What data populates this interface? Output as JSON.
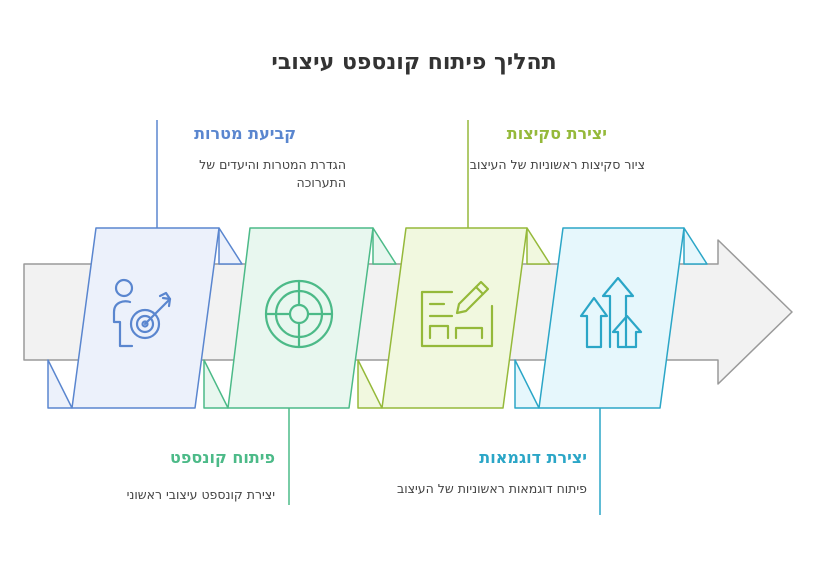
{
  "title": "תהליך פיתוח קונספט עיצובי",
  "colors": {
    "arrow_fill": "#f2f2f2",
    "arrow_stroke": "#9a9a9a",
    "blue": "#5a86cf",
    "green": "#4cba88",
    "lime": "#95b93a",
    "cyan": "#2ba6c7"
  },
  "steps": [
    {
      "title": "קביעת מטרות",
      "description": "הגדרת המטרות והיעדים של התערוכה",
      "icon": "person-target-icon",
      "color": "#5a86cf",
      "fill": "#ecf1fb"
    },
    {
      "title": "פיתוח קונספט",
      "description": "יצירת קונספט עיצובי ראשוני",
      "icon": "target-wheel-icon",
      "color": "#4cba88",
      "fill": "#e8f7ef"
    },
    {
      "title": "יצירת סקיצות",
      "description": "ציור סקיצות ראשוניות של העיצוב",
      "icon": "sketch-pencil-icon",
      "color": "#95b93a",
      "fill": "#f1f8df"
    },
    {
      "title": "יצירת דוגמאות",
      "description": "פיתוח דוגמאות ראשוניות של העיצוב",
      "icon": "growth-arrows-icon",
      "color": "#2ba6c7",
      "fill": "#e6f7fc"
    }
  ]
}
